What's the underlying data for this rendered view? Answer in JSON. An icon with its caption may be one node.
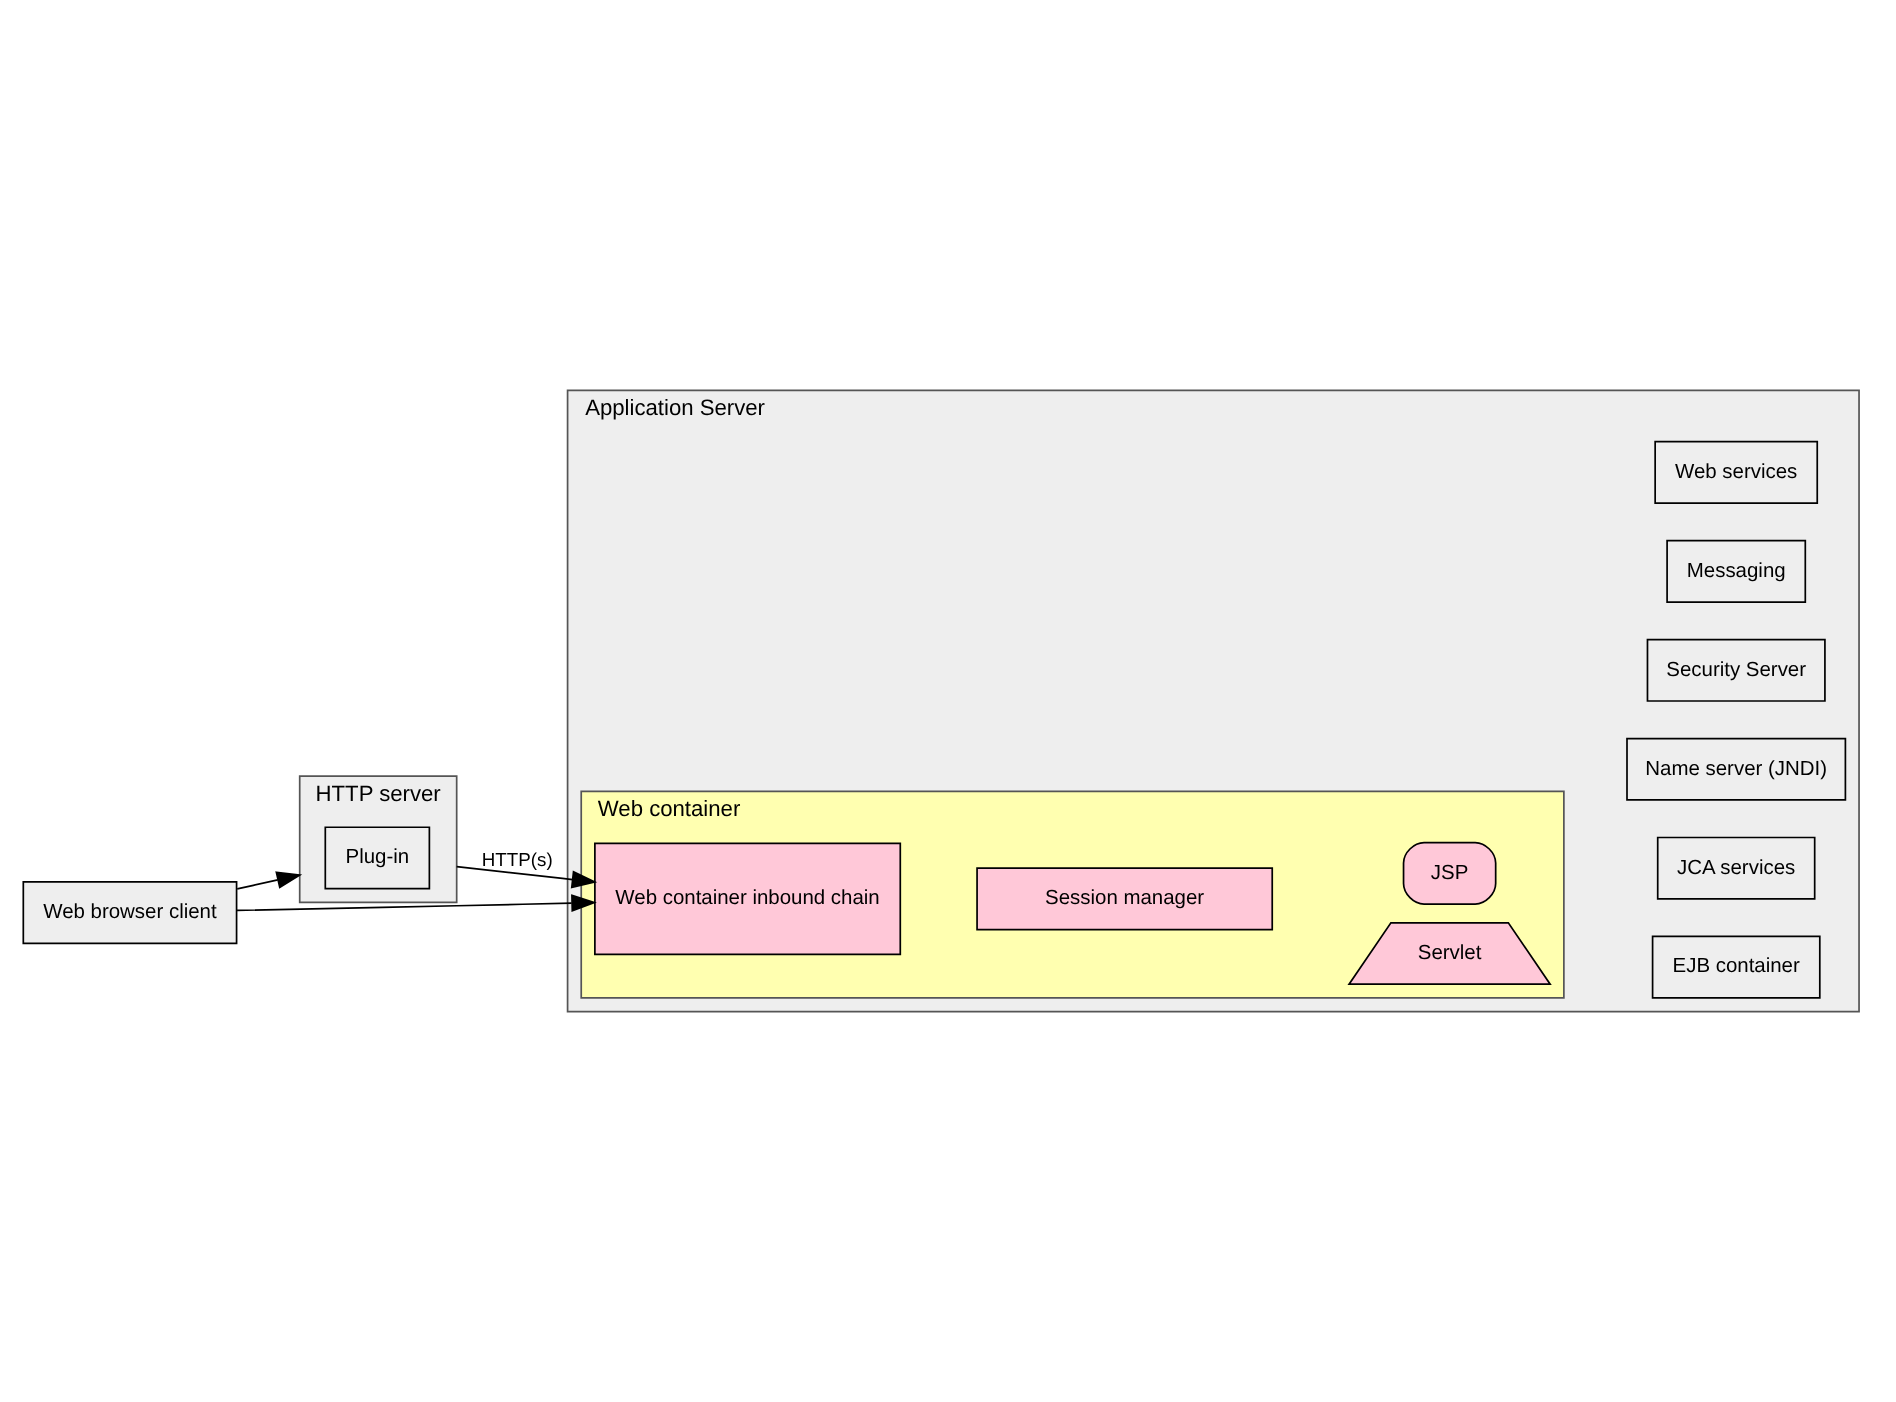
{
  "diagram": {
    "nodes": [
      {
        "text": [
          "Web browser client"
        ]
      },
      {
        "text": [
          "HTTP server"
        ]
      },
      {
        "text": [
          "Plug-in"
        ],
        "in": 1
      },
      {
        "text": [
          "Application Server"
        ]
      },
      {
        "text": [
          "Web container"
        ],
        "in": 3
      },
      {
        "text": [
          "Web container inbound chain"
        ],
        "in": 4
      },
      {
        "text": [
          "Session manager"
        ],
        "in": 4
      },
      {
        "text": [
          "Servlet"
        ],
        "in": 4
      },
      {
        "text": [
          "JSP"
        ],
        "in": 4
      },
      {
        "text": [
          "EJB container"
        ],
        "in": 3
      },
      {
        "text": [
          "JCA services"
        ],
        "in": 3
      },
      {
        "text": [
          "Name server (JNDI)"
        ],
        "in": 3
      },
      {
        "text": [
          "Security Server"
        ],
        "in": 3
      },
      {
        "text": [
          "Messaging"
        ],
        "in": 3
      },
      {
        "text": [
          "Web services"
        ],
        "in": 3
      }
    ],
    "edges": [
      {
        "from": 0,
        "to": 5,
        "arrow": "to"
      },
      {
        "from": 0,
        "to": 1,
        "arrow": "to"
      },
      {
        "from": 1,
        "to": 5,
        "arrow": "to",
        "label": "HTTP(s)"
      }
    ]
  }
}
